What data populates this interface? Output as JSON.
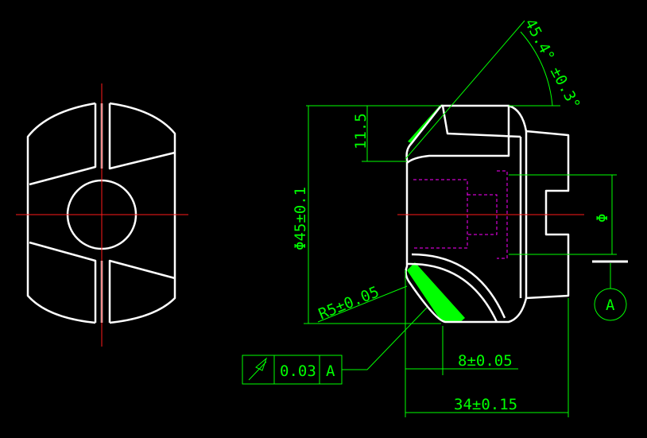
{
  "drawing": {
    "colors": {
      "background": "#000000",
      "outline": "#ffffff",
      "dimension": "#00ff00",
      "centerline": "#ff0000",
      "hidden": "#ff00ff"
    },
    "dimensions": {
      "angle": "45.4° ±0.3°",
      "height_chamfer": "11.5",
      "diameter": "Φ45±0.1",
      "radius": "R5±0.05",
      "width_short": "8±0.05",
      "length_total": "34±0.15",
      "bore_diameter": "Φ"
    },
    "tolerance_frame": {
      "symbol": "circular-runout-icon",
      "value": "0.03",
      "datum": "A"
    },
    "datum_label": "A"
  }
}
